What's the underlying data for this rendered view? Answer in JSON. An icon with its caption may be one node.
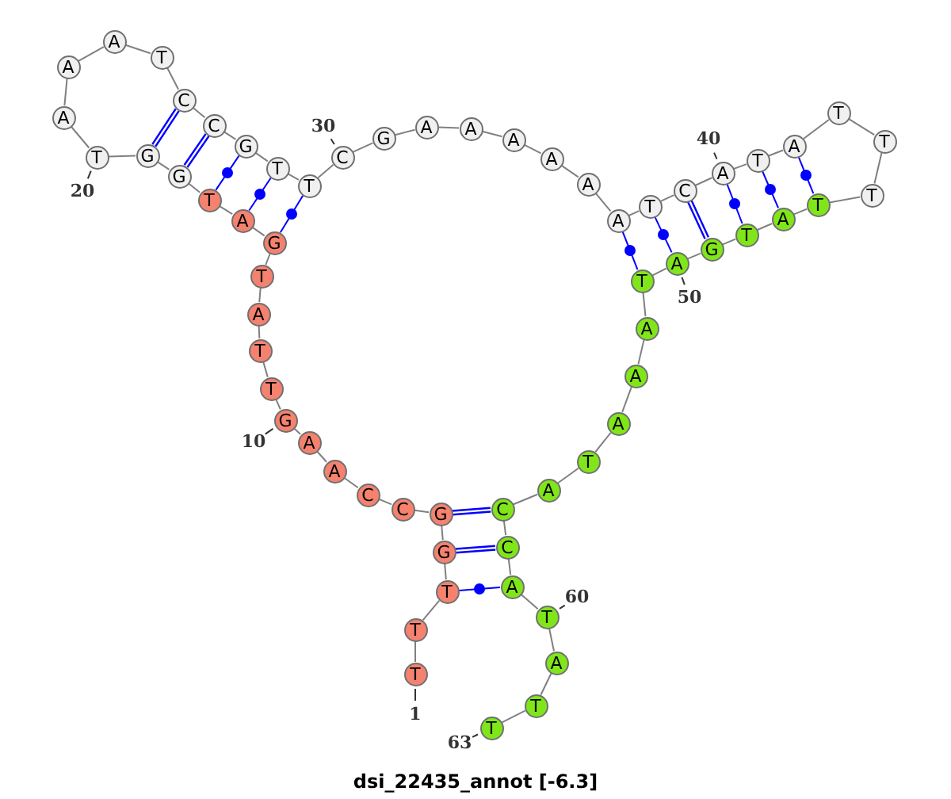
{
  "diagram": {
    "caption": "dsi_22435_annot [-6.3]",
    "nodes": [
      {
        "text": [
          "T"
        ],
        "beside": [
          "1"
        ]
      },
      {
        "text": [
          "T"
        ]
      },
      {
        "text": [
          "T"
        ]
      },
      {
        "text": [
          "G"
        ]
      },
      {
        "text": [
          "G"
        ]
      },
      {
        "text": [
          "C"
        ]
      },
      {
        "text": [
          "C"
        ]
      },
      {
        "text": [
          "A"
        ]
      },
      {
        "text": [
          "A"
        ]
      },
      {
        "text": [
          "G"
        ],
        "beside": [
          "10"
        ]
      },
      {
        "text": [
          "T"
        ]
      },
      {
        "text": [
          "T"
        ]
      },
      {
        "text": [
          "A"
        ]
      },
      {
        "text": [
          "T"
        ]
      },
      {
        "text": [
          "G"
        ]
      },
      {
        "text": [
          "A"
        ]
      },
      {
        "text": [
          "T"
        ]
      },
      {
        "text": [
          "G"
        ]
      },
      {
        "text": [
          "G"
        ]
      },
      {
        "text": [
          "T"
        ],
        "beside": [
          "20"
        ]
      },
      {
        "text": [
          "A"
        ]
      },
      {
        "text": [
          "A"
        ]
      },
      {
        "text": [
          "A"
        ]
      },
      {
        "text": [
          "T"
        ]
      },
      {
        "text": [
          "C"
        ]
      },
      {
        "text": [
          "C"
        ]
      },
      {
        "text": [
          "G"
        ]
      },
      {
        "text": [
          "T"
        ]
      },
      {
        "text": [
          "T"
        ]
      },
      {
        "text": [
          "C"
        ],
        "beside": [
          "30"
        ]
      },
      {
        "text": [
          "G"
        ]
      },
      {
        "text": [
          "A"
        ]
      },
      {
        "text": [
          "A"
        ]
      },
      {
        "text": [
          "A"
        ]
      },
      {
        "text": [
          "A"
        ]
      },
      {
        "text": [
          "A"
        ]
      },
      {
        "text": [
          "A"
        ]
      },
      {
        "text": [
          "T"
        ]
      },
      {
        "text": [
          "C"
        ]
      },
      {
        "text": [
          "A"
        ],
        "beside": [
          "40"
        ]
      },
      {
        "text": [
          "T"
        ]
      },
      {
        "text": [
          "A"
        ]
      },
      {
        "text": [
          "T"
        ]
      },
      {
        "text": [
          "T"
        ]
      },
      {
        "text": [
          "T"
        ]
      },
      {
        "text": [
          "T"
        ]
      },
      {
        "text": [
          "A"
        ]
      },
      {
        "text": [
          "T"
        ]
      },
      {
        "text": [
          "G"
        ]
      },
      {
        "text": [
          "A"
        ],
        "beside": [
          "50"
        ]
      },
      {
        "text": [
          "T"
        ]
      },
      {
        "text": [
          "A"
        ]
      },
      {
        "text": [
          "A"
        ]
      },
      {
        "text": [
          "A"
        ]
      },
      {
        "text": [
          "T"
        ]
      },
      {
        "text": [
          "A"
        ]
      },
      {
        "text": [
          "C"
        ]
      },
      {
        "text": [
          "C"
        ]
      },
      {
        "text": [
          "A"
        ]
      },
      {
        "text": [
          "T"
        ],
        "beside": [
          "60"
        ]
      },
      {
        "text": [
          "A"
        ]
      },
      {
        "text": [
          "T"
        ]
      },
      {
        "text": [
          "T"
        ],
        "beside": [
          "63"
        ]
      }
    ],
    "edges": [
      {
        "from": 0,
        "to": 1,
        "arrow": "none"
      },
      {
        "from": 1,
        "to": 2,
        "arrow": "none"
      },
      {
        "from": 2,
        "to": 3,
        "arrow": "none"
      },
      {
        "from": 3,
        "to": 4,
        "arrow": "none"
      },
      {
        "from": 4,
        "to": 5,
        "arrow": "none"
      },
      {
        "from": 5,
        "to": 6,
        "arrow": "none"
      },
      {
        "from": 6,
        "to": 7,
        "arrow": "none"
      },
      {
        "from": 7,
        "to": 8,
        "arrow": "none"
      },
      {
        "from": 8,
        "to": 9,
        "arrow": "none"
      },
      {
        "from": 9,
        "to": 10,
        "arrow": "none"
      },
      {
        "from": 10,
        "to": 11,
        "arrow": "none"
      },
      {
        "from": 11,
        "to": 12,
        "arrow": "none"
      },
      {
        "from": 12,
        "to": 13,
        "arrow": "none"
      },
      {
        "from": 13,
        "to": 14,
        "arrow": "none"
      },
      {
        "from": 14,
        "to": 15,
        "arrow": "none"
      },
      {
        "from": 15,
        "to": 16,
        "arrow": "none"
      },
      {
        "from": 16,
        "to": 17,
        "arrow": "none"
      },
      {
        "from": 17,
        "to": 18,
        "arrow": "none"
      },
      {
        "from": 18,
        "to": 19,
        "arrow": "none"
      },
      {
        "from": 19,
        "to": 20,
        "arrow": "none"
      },
      {
        "from": 20,
        "to": 21,
        "arrow": "none"
      },
      {
        "from": 21,
        "to": 22,
        "arrow": "none"
      },
      {
        "from": 22,
        "to": 23,
        "arrow": "none"
      },
      {
        "from": 23,
        "to": 24,
        "arrow": "none"
      },
      {
        "from": 24,
        "to": 25,
        "arrow": "none"
      },
      {
        "from": 25,
        "to": 26,
        "arrow": "none"
      },
      {
        "from": 26,
        "to": 27,
        "arrow": "none"
      },
      {
        "from": 27,
        "to": 28,
        "arrow": "none"
      },
      {
        "from": 28,
        "to": 29,
        "arrow": "none"
      },
      {
        "from": 29,
        "to": 30,
        "arrow": "none"
      },
      {
        "from": 30,
        "to": 31,
        "arrow": "none"
      },
      {
        "from": 31,
        "to": 32,
        "arrow": "none"
      },
      {
        "from": 32,
        "to": 33,
        "arrow": "none"
      },
      {
        "from": 33,
        "to": 34,
        "arrow": "none"
      },
      {
        "from": 34,
        "to": 35,
        "arrow": "none"
      },
      {
        "from": 35,
        "to": 36,
        "arrow": "none"
      },
      {
        "from": 36,
        "to": 37,
        "arrow": "none"
      },
      {
        "from": 37,
        "to": 38,
        "arrow": "none"
      },
      {
        "from": 38,
        "to": 39,
        "arrow": "none"
      },
      {
        "from": 39,
        "to": 40,
        "arrow": "none"
      },
      {
        "from": 40,
        "to": 41,
        "arrow": "none"
      },
      {
        "from": 41,
        "to": 42,
        "arrow": "none"
      },
      {
        "from": 42,
        "to": 43,
        "arrow": "none"
      },
      {
        "from": 43,
        "to": 44,
        "arrow": "none"
      },
      {
        "from": 44,
        "to": 45,
        "arrow": "none"
      },
      {
        "from": 45,
        "to": 46,
        "arrow": "none"
      },
      {
        "from": 46,
        "to": 47,
        "arrow": "none"
      },
      {
        "from": 47,
        "to": 48,
        "arrow": "none"
      },
      {
        "from": 48,
        "to": 49,
        "arrow": "none"
      },
      {
        "from": 49,
        "to": 50,
        "arrow": "none"
      },
      {
        "from": 50,
        "to": 51,
        "arrow": "none"
      },
      {
        "from": 51,
        "to": 52,
        "arrow": "none"
      },
      {
        "from": 52,
        "to": 53,
        "arrow": "none"
      },
      {
        "from": 53,
        "to": 54,
        "arrow": "none"
      },
      {
        "from": 54,
        "to": 55,
        "arrow": "none"
      },
      {
        "from": 55,
        "to": 56,
        "arrow": "none"
      },
      {
        "from": 56,
        "to": 57,
        "arrow": "none"
      },
      {
        "from": 57,
        "to": 58,
        "arrow": "none"
      },
      {
        "from": 58,
        "to": 59,
        "arrow": "none"
      },
      {
        "from": 59,
        "to": 60,
        "arrow": "none"
      },
      {
        "from": 60,
        "to": 61,
        "arrow": "none"
      },
      {
        "from": 61,
        "to": 62,
        "arrow": "none"
      },
      {
        "from": 2,
        "to": 58,
        "arrow": "none",
        "color": "#0000ff"
      },
      {
        "from": 3,
        "to": 57,
        "arrow": "none",
        "style": "thick",
        "color": "#0000ff"
      },
      {
        "from": 4,
        "to": 56,
        "arrow": "none",
        "style": "thick",
        "color": "#0000ff"
      },
      {
        "from": 14,
        "to": 28,
        "arrow": "none",
        "color": "#0000ff"
      },
      {
        "from": 15,
        "to": 27,
        "arrow": "none",
        "color": "#0000ff"
      },
      {
        "from": 16,
        "to": 26,
        "arrow": "none",
        "color": "#0000ff"
      },
      {
        "from": 17,
        "to": 25,
        "arrow": "none",
        "style": "thick",
        "color": "#0000ff"
      },
      {
        "from": 18,
        "to": 24,
        "arrow": "none",
        "style": "thick",
        "color": "#0000ff"
      },
      {
        "from": 36,
        "to": 50,
        "arrow": "none",
        "color": "#0000ff"
      },
      {
        "from": 37,
        "to": 49,
        "arrow": "none",
        "color": "#0000ff"
      },
      {
        "from": 38,
        "to": 48,
        "arrow": "none",
        "style": "thick",
        "color": "#0000ff"
      },
      {
        "from": 39,
        "to": 47,
        "arrow": "none",
        "color": "#0000ff"
      },
      {
        "from": 40,
        "to": 46,
        "arrow": "none",
        "color": "#0000ff"
      },
      {
        "from": 41,
        "to": 45,
        "arrow": "none",
        "color": "#0000ff"
      }
    ]
  }
}
